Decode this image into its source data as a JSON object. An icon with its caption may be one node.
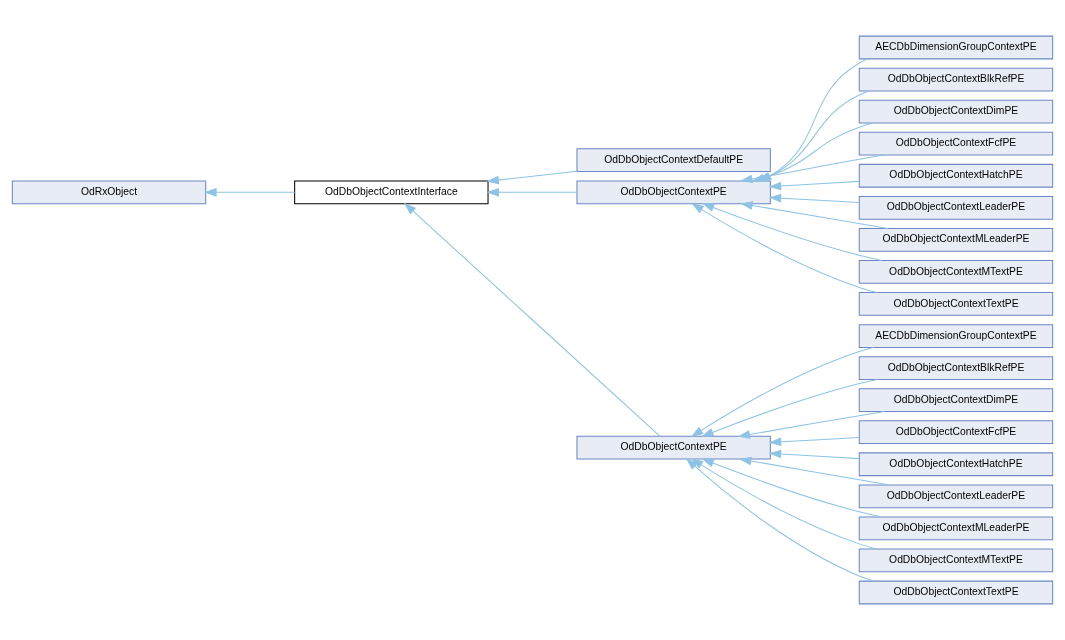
{
  "diagram": {
    "nodes": [
      {
        "text": [
          "OdRxObject"
        ]
      },
      {
        "text": [
          "OdDbObjectContextInterface"
        ]
      },
      {
        "text": [
          "OdDbObjectContextDefaultPE"
        ]
      },
      {
        "text": [
          "OdDbObjectContextPE"
        ]
      },
      {
        "text": [
          "OdDbObjectContextPE"
        ]
      },
      {
        "text": [
          "AECDbDimensionGroupContextPE"
        ]
      },
      {
        "text": [
          "OdDbObjectContextBlkRefPE"
        ]
      },
      {
        "text": [
          "OdDbObjectContextDimPE"
        ]
      },
      {
        "text": [
          "OdDbObjectContextFcfPE"
        ]
      },
      {
        "text": [
          "OdDbObjectContextHatchPE"
        ]
      },
      {
        "text": [
          "OdDbObjectContextLeaderPE"
        ]
      },
      {
        "text": [
          "OdDbObjectContextMLeaderPE"
        ]
      },
      {
        "text": [
          "OdDbObjectContextMTextPE"
        ]
      },
      {
        "text": [
          "OdDbObjectContextTextPE"
        ]
      },
      {
        "text": [
          "AECDbDimensionGroupContextPE"
        ]
      },
      {
        "text": [
          "OdDbObjectContextBlkRefPE"
        ]
      },
      {
        "text": [
          "OdDbObjectContextDimPE"
        ]
      },
      {
        "text": [
          "OdDbObjectContextFcfPE"
        ]
      },
      {
        "text": [
          "OdDbObjectContextHatchPE"
        ]
      },
      {
        "text": [
          "OdDbObjectContextLeaderPE"
        ]
      },
      {
        "text": [
          "OdDbObjectContextMLeaderPE"
        ]
      },
      {
        "text": [
          "OdDbObjectContextMTextPE"
        ]
      },
      {
        "text": [
          "OdDbObjectContextTextPE"
        ]
      }
    ],
    "edges": [
      {
        "from": 1,
        "to": 0,
        "arrow": "to"
      },
      {
        "from": 2,
        "to": 1,
        "arrow": "to"
      },
      {
        "from": 3,
        "to": 1,
        "arrow": "to"
      },
      {
        "from": 4,
        "to": 1,
        "arrow": "to"
      },
      {
        "from": 5,
        "to": 3,
        "arrow": "to"
      },
      {
        "from": 6,
        "to": 3,
        "arrow": "to"
      },
      {
        "from": 7,
        "to": 3,
        "arrow": "to"
      },
      {
        "from": 8,
        "to": 3,
        "arrow": "to"
      },
      {
        "from": 9,
        "to": 3,
        "arrow": "to"
      },
      {
        "from": 10,
        "to": 3,
        "arrow": "to"
      },
      {
        "from": 11,
        "to": 3,
        "arrow": "to"
      },
      {
        "from": 12,
        "to": 3,
        "arrow": "to"
      },
      {
        "from": 13,
        "to": 3,
        "arrow": "to"
      },
      {
        "from": 14,
        "to": 4,
        "arrow": "to"
      },
      {
        "from": 15,
        "to": 4,
        "arrow": "to"
      },
      {
        "from": 16,
        "to": 4,
        "arrow": "to"
      },
      {
        "from": 17,
        "to": 4,
        "arrow": "to"
      },
      {
        "from": 18,
        "to": 4,
        "arrow": "to"
      },
      {
        "from": 19,
        "to": 4,
        "arrow": "to"
      },
      {
        "from": 20,
        "to": 4,
        "arrow": "to"
      },
      {
        "from": 21,
        "to": 4,
        "arrow": "to"
      },
      {
        "from": 22,
        "to": 4,
        "arrow": "to"
      }
    ]
  }
}
